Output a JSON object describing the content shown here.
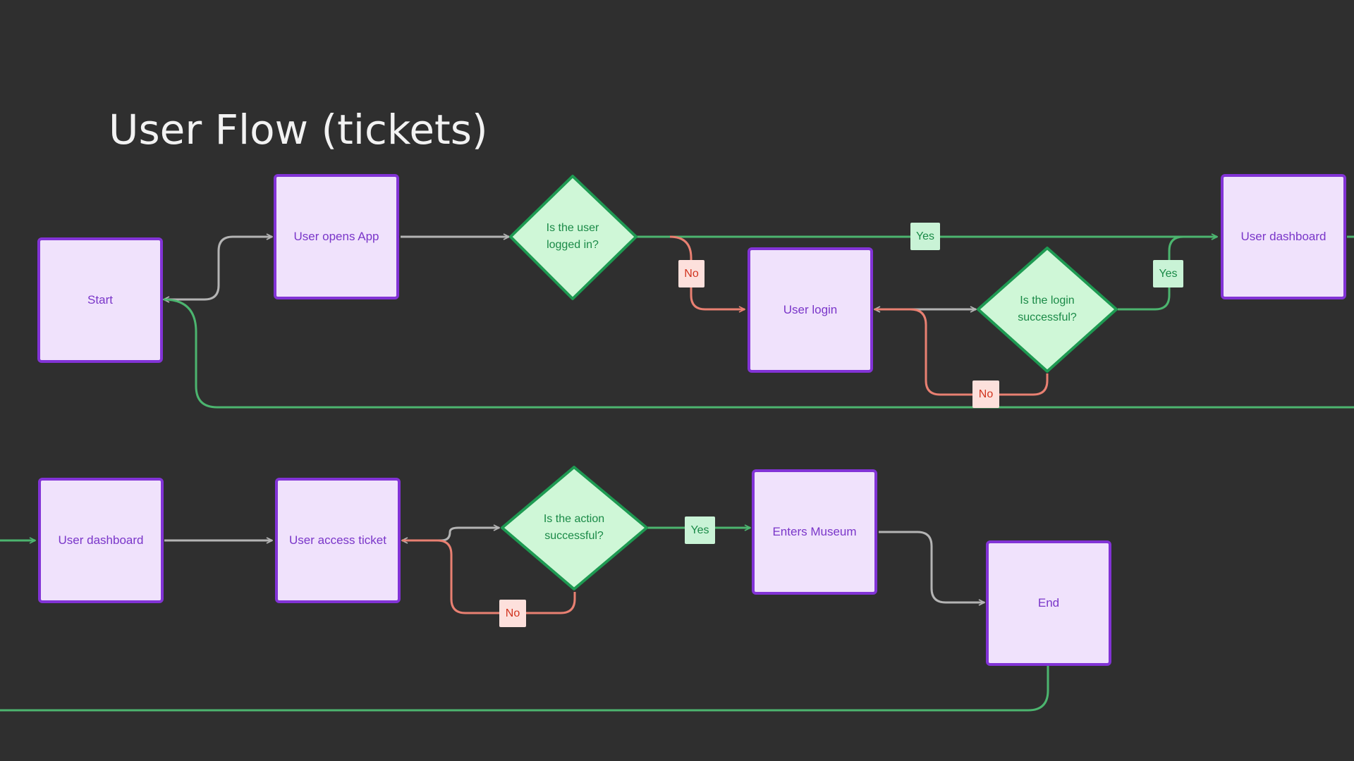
{
  "title": "User Flow (tickets)",
  "colors": {
    "background": "#2f2f2f",
    "process_fill": "#f0e2fc",
    "process_border": "#8233d6",
    "decision_fill": "#cff7d7",
    "decision_border": "#1e9a52",
    "flow_neutral": "#b4b4b4",
    "flow_yes": "#4cb56f",
    "flow_no": "#e98072"
  },
  "nodes": {
    "start": "Start",
    "opens_app": "User opens App",
    "logged_in_q": "Is the user logged in?",
    "user_login": "User login",
    "login_success_q": "Is the login successful?",
    "dashboard_top": "User dashboard",
    "dashboard_bottom": "User dashboard",
    "access_ticket": "User access ticket",
    "action_success_q": "Is the action successful?",
    "enters_museum": "Enters Museum",
    "end": "End"
  },
  "labels": {
    "yes_logged_in": "Yes",
    "no_logged_in": "No",
    "yes_login_success": "Yes",
    "no_login_success": "No",
    "yes_action_success": "Yes",
    "no_action_success": "No"
  }
}
